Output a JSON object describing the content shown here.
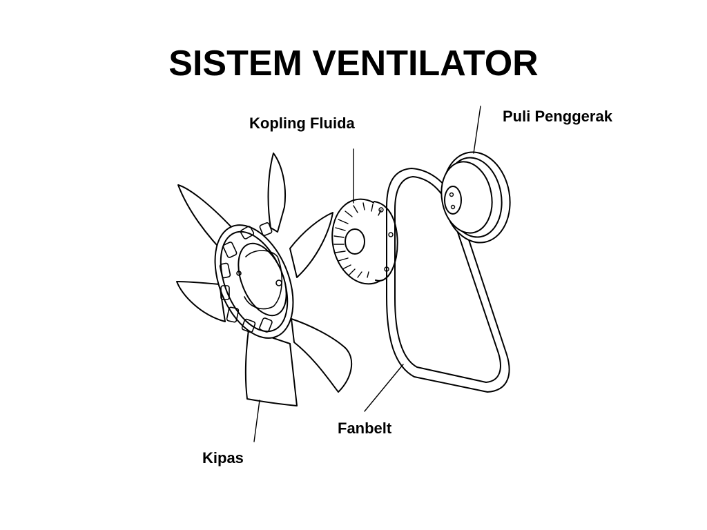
{
  "title": "SISTEM VENTILATOR",
  "labels": {
    "kopling": "Kopling Fluida",
    "puli": "Puli Penggerak",
    "fanbelt": "Fanbelt",
    "kipas": "Kipas"
  },
  "colors": {
    "ink": "#000000",
    "background": "#ffffff"
  }
}
